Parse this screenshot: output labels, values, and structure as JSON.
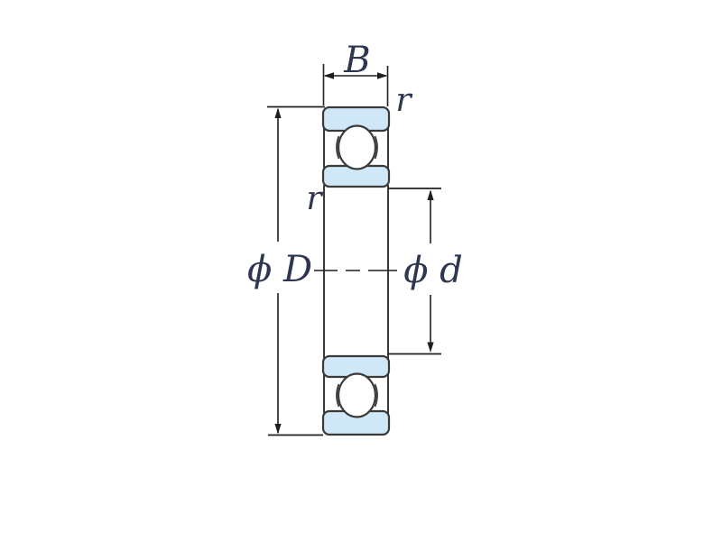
{
  "diagram": {
    "labels": {
      "width": "B",
      "outer_ring_corner_radius": "r",
      "inner_ring_corner_radius": "r",
      "outer_diameter": "ϕ D",
      "bore_diameter": "ϕ d"
    },
    "colors": {
      "race_fill": "#cfe7f6",
      "outline": "#3a3a3a",
      "dimension_line": "#1f1f1f",
      "label_text": "#2e3650",
      "background": "#ffffff"
    }
  }
}
